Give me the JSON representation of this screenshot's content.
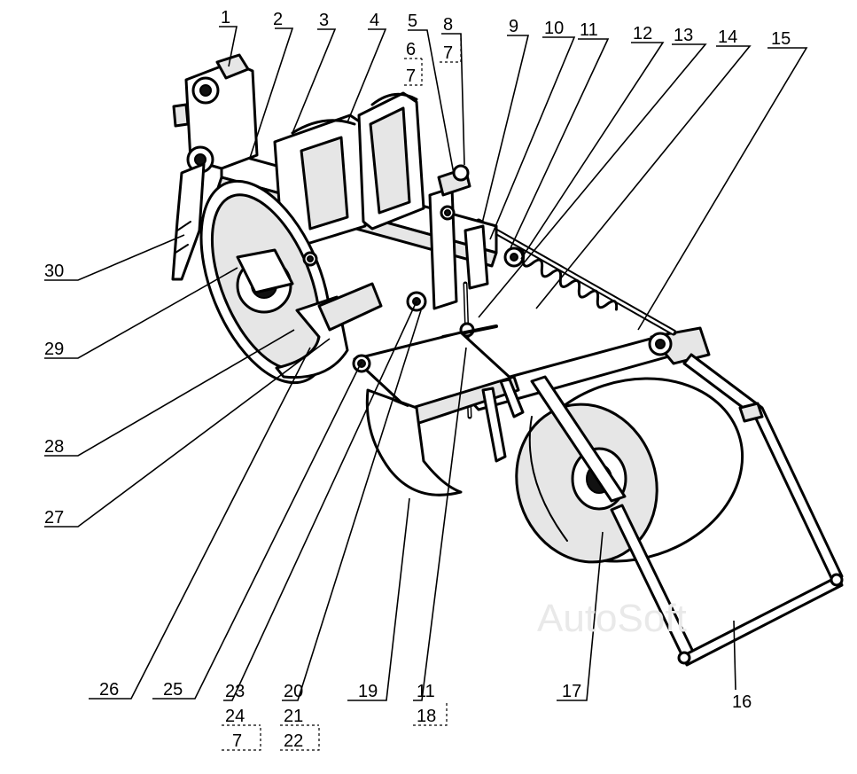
{
  "labels": {
    "l1": "1",
    "l2": "2",
    "l3": "3",
    "l4": "4",
    "l5": "5",
    "l6": "6",
    "l7a": "7",
    "l8": "8",
    "l7b": "7",
    "l9": "9",
    "l10": "10",
    "l11a": "11",
    "l12": "12",
    "l13": "13",
    "l14": "14",
    "l15": "15",
    "l30": "30",
    "l29": "29",
    "l28": "28",
    "l27": "27",
    "l26": "26",
    "l25": "25",
    "l23": "23",
    "l24": "24",
    "l7c": "7",
    "l20": "20",
    "l21": "21",
    "l22": "22",
    "l19": "19",
    "l11b": "11",
    "l18": "18",
    "l17": "17",
    "l16": "16"
  },
  "watermark": "AutoSoft"
}
